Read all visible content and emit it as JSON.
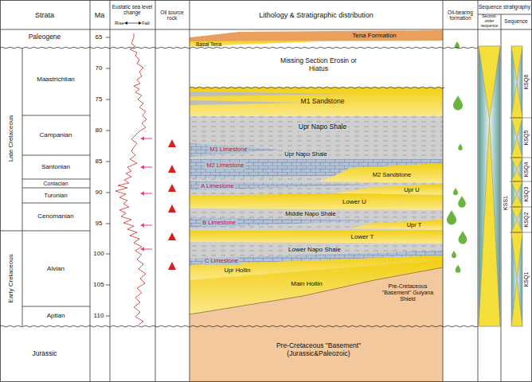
{
  "diagram": {
    "labels": [
      "Strata",
      "Ma",
      "Eustatic sea level change",
      "Rise",
      "Fall",
      "Oil source rock",
      "Lithology & Stratigraphic distribution",
      "Oil-bearing formation",
      "Sequence stratigraphy",
      "Second-order sequence",
      "Sequence",
      "Paleogene",
      "Late Cretaceous",
      "Maastrichtian",
      "Campanian",
      "Santonian",
      "Coniacian",
      "Turonian",
      "Cenomanian",
      "Early Cretaceous",
      "Alvian",
      "Aptian",
      "Jurassic",
      "65",
      "70",
      "75",
      "80",
      "85",
      "90",
      "95",
      "100",
      "105",
      "110",
      "Tena Formation",
      "Basal Tena",
      "Missing Section Erosin or Hiatus",
      "M1 Sandstone",
      "Upr Napo Shale",
      "M1 Limestone",
      "Upr Napo Shale",
      "M2 Limestone",
      "M2 Sandstone",
      "A Limestone",
      "Upr U",
      "Lower U",
      "Middle Napo Shale",
      "B Limestone",
      "Upr T",
      "Lower T",
      "Lower Napo Shale",
      "C Limestone",
      "Upr Hollin",
      "Main Hollin",
      "Pre-Cretaceous \"Basement\" Guiyana Shield",
      "Pre-Cretaceous \"Basement\" (Jurassic&Paleozoic)",
      "KSS1",
      "KSQ6",
      "KSQ5",
      "KSQ4",
      "KSQ3",
      "KSQ2",
      "KSQ1"
    ]
  }
}
